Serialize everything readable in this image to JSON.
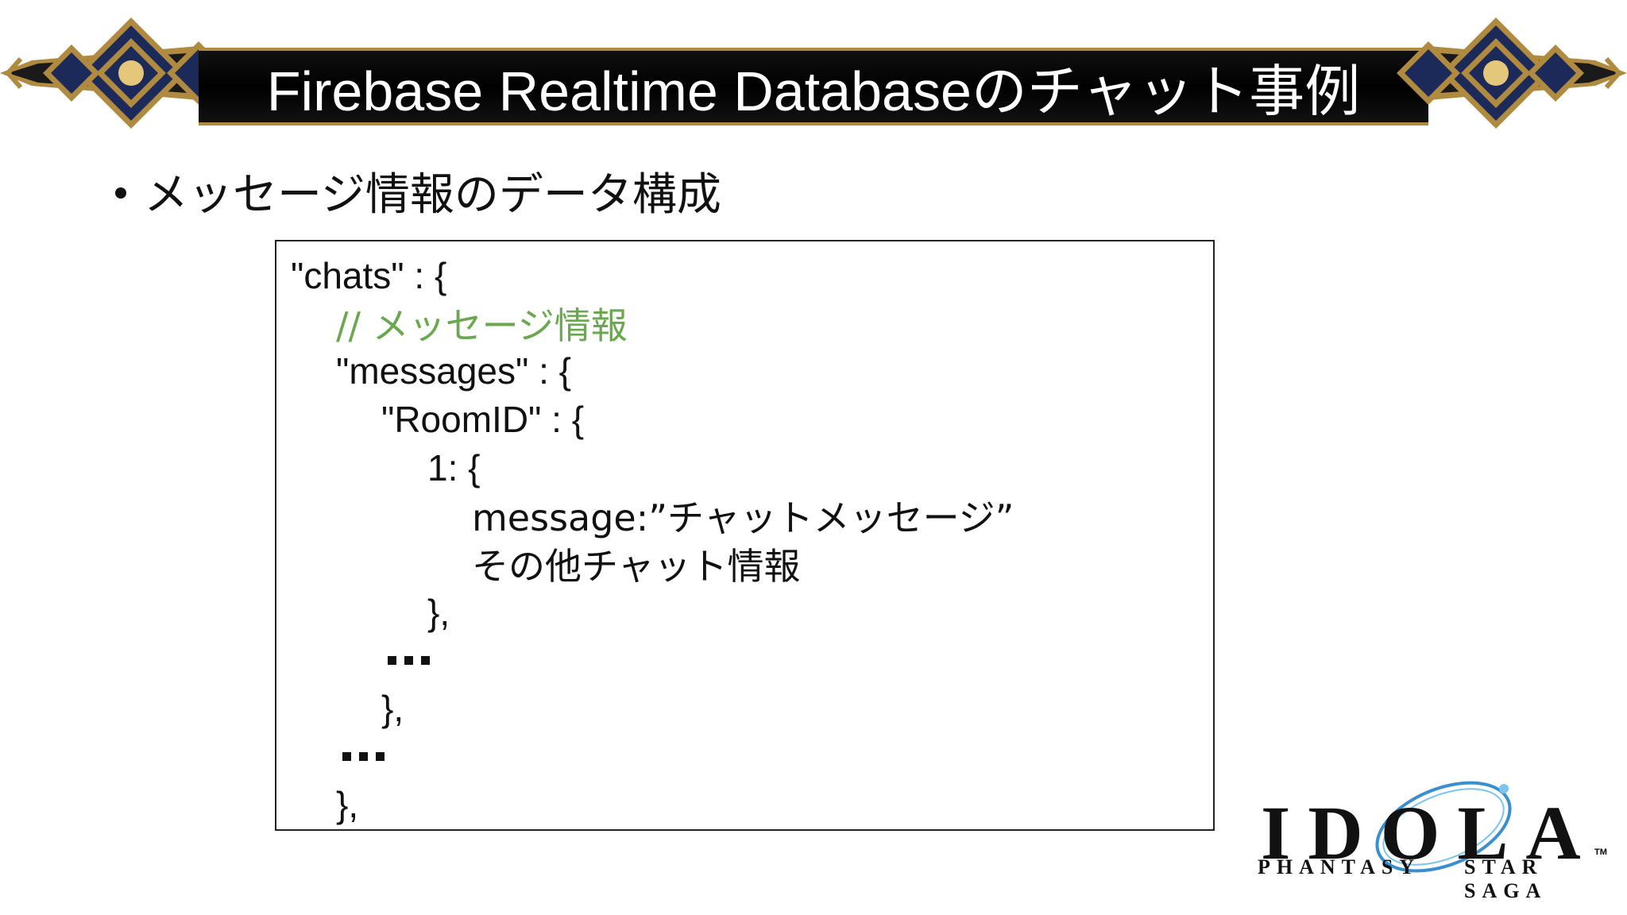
{
  "slide": {
    "title": "Firebase Realtime Databaseのチャット事例",
    "bullet": "メッセージ情報のデータ構成"
  },
  "code": {
    "line1": "\"chats\" : {",
    "line2": "// メッセージ情報",
    "line3": "\"messages\" : {",
    "line4": "\"RoomID\" : {",
    "line5": "1: {",
    "line6": "message:”チャットメッセージ”",
    "line7": "その他チャット情報",
    "line8": "},",
    "line10": "},",
    "line12": "},"
  },
  "colors": {
    "comment": "#6aa84f",
    "banner_gold": "#b08a3e",
    "banner_navy": "#1c2a5a"
  },
  "logo": {
    "brand": "IDOLA",
    "left_sub": "PHANTASY",
    "right_sub": "STAR SAGA",
    "tm": "TM"
  }
}
